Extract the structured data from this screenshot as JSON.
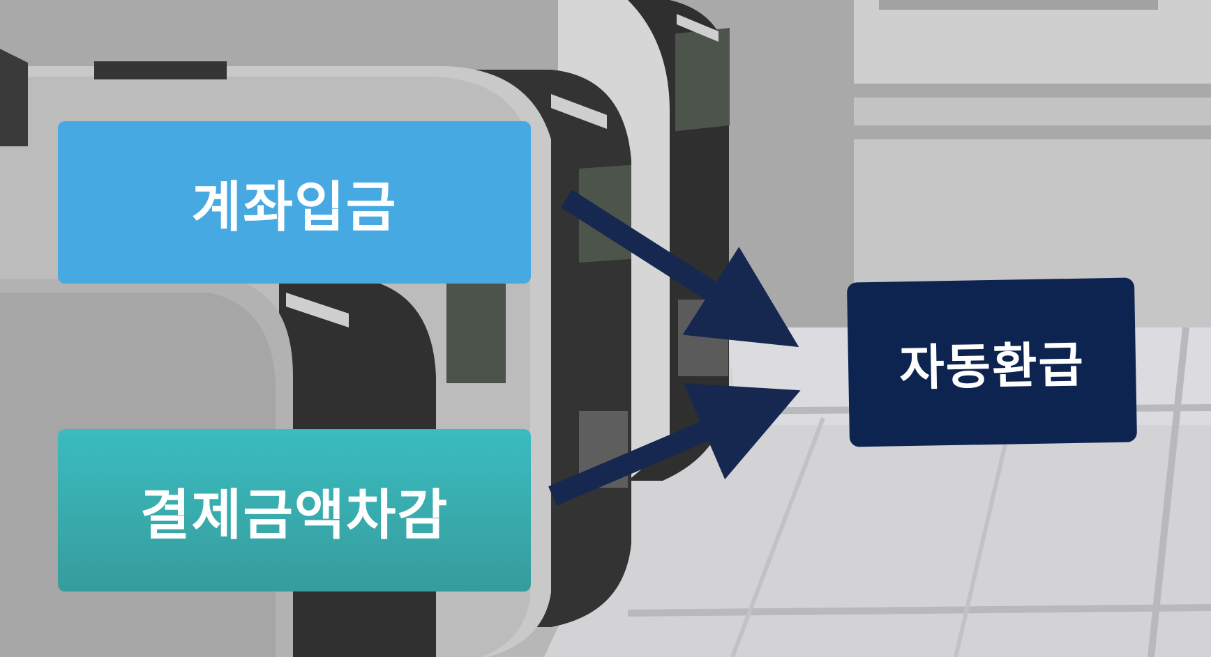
{
  "boxes": {
    "deposit": {
      "label": "계좌입금"
    },
    "diff": {
      "label": "결제금액차감"
    },
    "refund": {
      "label": "자동환급"
    }
  },
  "colors": {
    "deposit": "#47a9e2",
    "diff_top": "#3bbcc0",
    "diff_bottom": "#369c9c",
    "refund": "#0d2450",
    "arrow": "#16284f"
  },
  "edges": [
    {
      "from": "deposit",
      "to": "refund"
    },
    {
      "from": "diff",
      "to": "refund"
    }
  ]
}
